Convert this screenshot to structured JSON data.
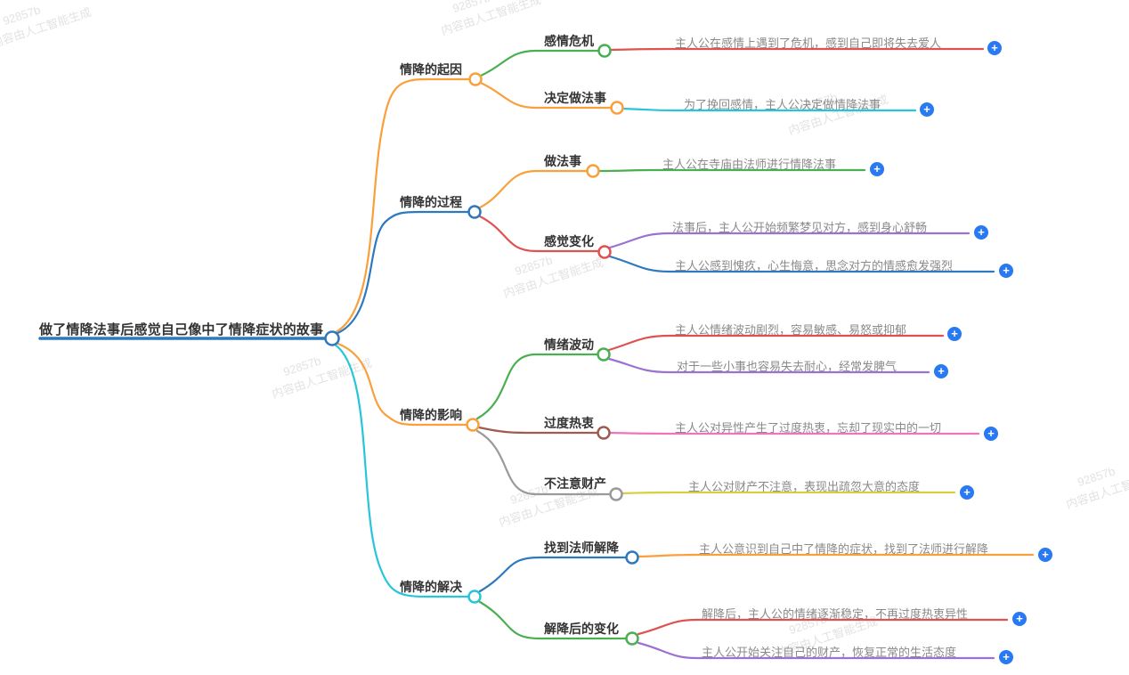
{
  "palette": {
    "orange": "#f9a03c",
    "blue": "#2e79bd",
    "cyan": "#27c5d9",
    "green": "#4aaf50",
    "red": "#e05252",
    "purple": "#9b72d2",
    "brown": "#9e5b50",
    "pink": "#ee74be",
    "yellow": "#d8ce3f",
    "gray": "#9a9a9a",
    "plus_blue": "#2979f2",
    "label_dark": "#333333",
    "leaf_gray": "#8a8a8a"
  },
  "icons": {
    "plus": "+"
  },
  "watermark": {
    "id_text": "92857b",
    "cn_text": "内容由人工智能生成"
  },
  "mindmap": {
    "root": {
      "text": "做了情降法事后感觉自己像中了情降症状的故事"
    },
    "branches": [
      {
        "label": "情降的起因",
        "children": [
          {
            "label": "感情危机",
            "leaves": [
              {
                "text": "主人公在感情上遇到了危机，感到自己即将失去爱人"
              }
            ]
          },
          {
            "label": "决定做法事",
            "leaves": [
              {
                "text": "为了挽回感情，主人公决定做情降法事"
              }
            ]
          }
        ]
      },
      {
        "label": "情降的过程",
        "children": [
          {
            "label": "做法事",
            "leaves": [
              {
                "text": "主人公在寺庙由法师进行情降法事"
              }
            ]
          },
          {
            "label": "感觉变化",
            "leaves": [
              {
                "text": "法事后，主人公开始频繁梦见对方，感到身心舒畅"
              },
              {
                "text": "主人公感到愧疚，心生悔意，思念对方的情感愈发强烈"
              }
            ]
          }
        ]
      },
      {
        "label": "情降的影响",
        "children": [
          {
            "label": "情绪波动",
            "leaves": [
              {
                "text": "主人公情绪波动剧烈，容易敏感、易怒或抑郁"
              },
              {
                "text": "对于一些小事也容易失去耐心，经常发脾气"
              }
            ]
          },
          {
            "label": "过度热衷",
            "leaves": [
              {
                "text": "主人公对异性产生了过度热衷，忘却了现实中的一切"
              }
            ]
          },
          {
            "label": "不注意财产",
            "leaves": [
              {
                "text": "主人公对财产不注意，表现出疏忽大意的态度"
              }
            ]
          }
        ]
      },
      {
        "label": "情降的解决",
        "children": [
          {
            "label": "找到法师解降",
            "leaves": [
              {
                "text": "主人公意识到自己中了情降的症状，找到了法师进行解降"
              }
            ]
          },
          {
            "label": "解降后的变化",
            "leaves": [
              {
                "text": "解降后，主人公的情绪逐渐稳定，不再过度热衷异性"
              },
              {
                "text": "主人公开始关注自己的财产，恢复正常的生活态度"
              }
            ]
          }
        ]
      }
    ]
  }
}
